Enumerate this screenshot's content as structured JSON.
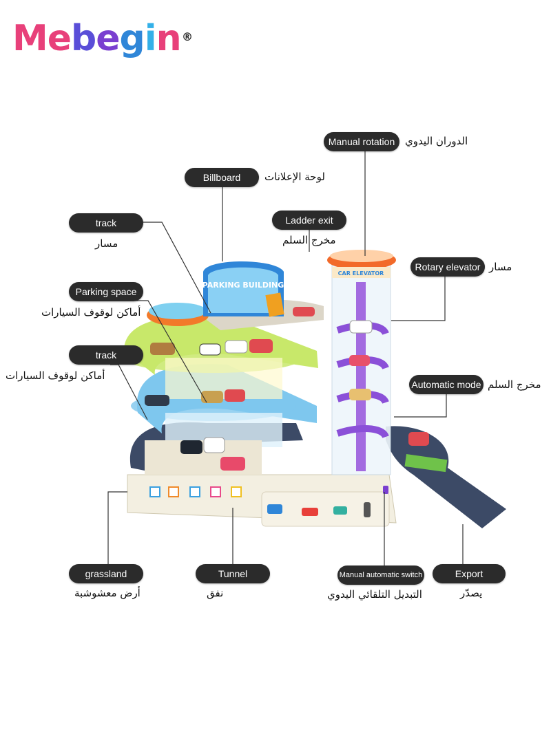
{
  "brand": {
    "letters": [
      "M",
      "e",
      "b",
      "e",
      "g",
      "i",
      "n"
    ],
    "colors": [
      "#e8407a",
      "#e8407a",
      "#5a4ed8",
      "#7a3fd0",
      "#2f86d8",
      "#33b0e8",
      "#e8407a"
    ],
    "registered": "®"
  },
  "labels": {
    "manual_rotation": {
      "en": "Manual rotation",
      "ar": "الدوران اليدوي"
    },
    "billboard": {
      "en": "Billboard",
      "ar": "لوحة الإعلانات"
    },
    "track_top": {
      "en": "track",
      "ar": "مسار"
    },
    "ladder_exit": {
      "en": "Ladder exit",
      "ar": "مخرج السلم"
    },
    "rotary_elevator": {
      "en": "Rotary elevator",
      "ar": "مسار"
    },
    "parking_space": {
      "en": "Parking space",
      "ar": "أماكن لوقوف السيارات"
    },
    "track_mid": {
      "en": "track",
      "ar": "أماكن لوقوف السيارات"
    },
    "automatic_mode": {
      "en": "Automatic mode",
      "ar": "مخرج السلم"
    },
    "grassland": {
      "en": "grassland",
      "ar": "أرض معشوشبة"
    },
    "tunnel": {
      "en": "Tunnel",
      "ar": "نفق"
    },
    "manual_automatic_switch": {
      "en": "Manual automatic switch",
      "ar": "التبديل التلقائي اليدوي"
    },
    "export": {
      "en": "Export",
      "ar": "يصدّر"
    }
  },
  "toy": {
    "sign_text": "PARKING BUILDING",
    "elevator_text": "CAR ELEVATOR"
  },
  "palette": {
    "pill_bg": "#2b2b2b",
    "line": "#333333"
  },
  "icons": [
    "brand-logo-star-icon",
    "parking-p-icon",
    "car-icon",
    "traffic-light-icon"
  ]
}
